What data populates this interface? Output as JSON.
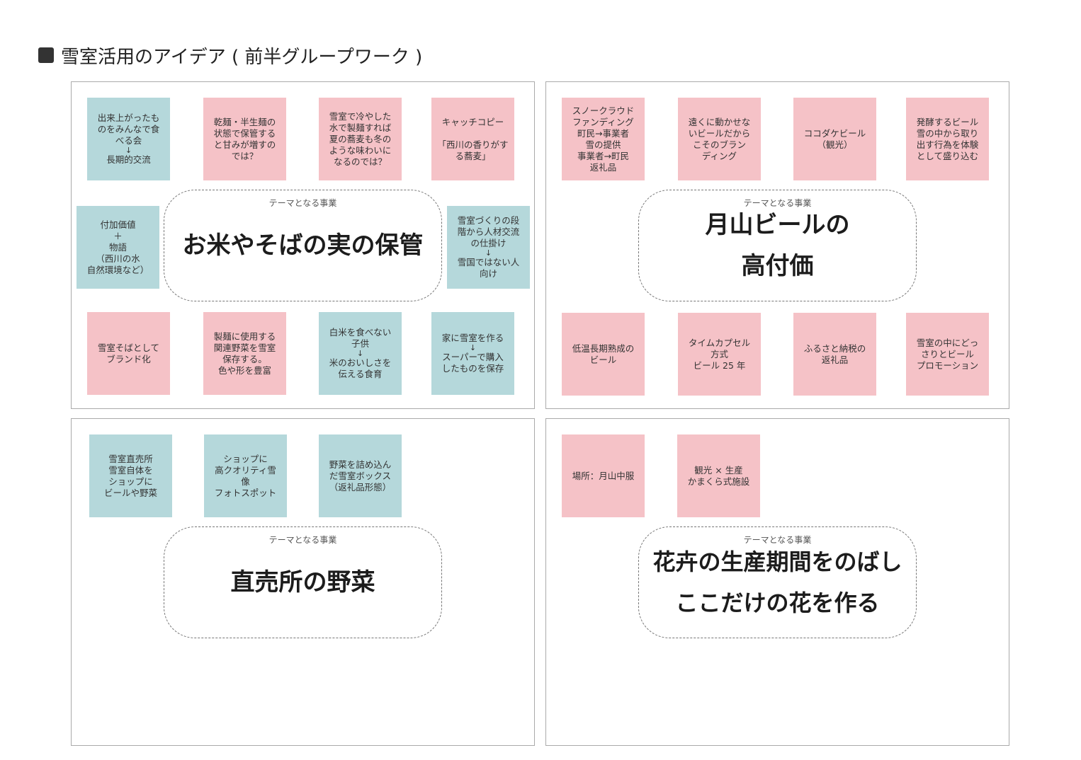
{
  "page": {
    "title": "雪室活用のアイデア ( 前半グループワーク )"
  },
  "theme_label": "テーマとなる事業",
  "panels": {
    "p1": {
      "theme_title": "お米やそばの実の保管",
      "notes": [
        {
          "color": "blue",
          "lines": [
            "出来上がったも\nのをみんなで食\nべる会",
            "↓",
            "長期的交流"
          ]
        },
        {
          "color": "pink",
          "lines": [
            "乾麺・半生麺の\n状態で保管する\nと甘みが増すの\nでは？"
          ]
        },
        {
          "color": "pink",
          "lines": [
            "雪室で冷やした\n水で製麺すれば\n夏の蕎麦も冬の\nような味わいに\nなるのでは？"
          ]
        },
        {
          "color": "pink",
          "lines": [
            "キャッチコピー",
            "",
            "「西川の香りがす\nる蕎麦」"
          ]
        },
        {
          "color": "blue",
          "lines": [
            "付加価値",
            "＋",
            "物語\n（西川の水\n自然環境など）"
          ]
        },
        {
          "color": "blue",
          "lines": [
            "雪室づくりの段\n階から人材交流\nの仕掛け",
            "↓",
            "雪国ではない人\n向け"
          ]
        },
        {
          "color": "pink",
          "lines": [
            "雪室そばとして\nブランド化"
          ]
        },
        {
          "color": "pink",
          "lines": [
            "製麺に使用する\n関連野菜を雪室\n保存する。\n色や形を豊富"
          ]
        },
        {
          "color": "blue",
          "lines": [
            "白米を食べない\n子供",
            "↓",
            "米のおいしさを\n伝える食育"
          ]
        },
        {
          "color": "blue",
          "lines": [
            "家に雪室を作る",
            "↓",
            "スーパーで購入\nしたものを保存"
          ]
        }
      ]
    },
    "p2": {
      "theme_title": "月山ビールの\n高付価",
      "notes": [
        {
          "color": "pink",
          "lines": [
            "スノークラウド\nファンディング\n町民→事業者\n雪の提供\n事業者→町民\n返礼品"
          ]
        },
        {
          "color": "pink",
          "lines": [
            "遠くに動かせな\nいビールだから\nこそのブラン\nディング"
          ]
        },
        {
          "color": "pink",
          "lines": [
            "ココダケビール\n（観光）"
          ]
        },
        {
          "color": "pink",
          "lines": [
            "発酵するビール\n雪の中から取り\n出す行為を体験\nとして盛り込む"
          ]
        },
        {
          "color": "pink",
          "lines": [
            "低温長期熟成の\nビール"
          ]
        },
        {
          "color": "pink",
          "lines": [
            "タイムカプセル\n方式\nビール 25 年"
          ]
        },
        {
          "color": "pink",
          "lines": [
            "ふるさと納税の\n返礼品"
          ]
        },
        {
          "color": "pink",
          "lines": [
            "雪室の中にどっ\nさりとビール\nプロモーション"
          ]
        }
      ]
    },
    "p3": {
      "theme_title": "直売所の野菜",
      "notes": [
        {
          "color": "blue",
          "lines": [
            "雪室直売所\n雪室自体を\nショップに\nビールや野菜"
          ]
        },
        {
          "color": "blue",
          "lines": [
            "ショップに\n高クオリティ雪\n像\nフォトスポット"
          ]
        },
        {
          "color": "blue",
          "lines": [
            "野菜を詰め込ん\nだ雪室ボックス\n（返礼品形態）"
          ]
        }
      ]
    },
    "p4": {
      "theme_title": "花卉の生産期間をのばし\nここだけの花を作る",
      "notes": [
        {
          "color": "pink",
          "lines": [
            "場所：月山中服"
          ]
        },
        {
          "color": "pink",
          "lines": [
            "観光 × 生産\nかまくら式施設"
          ]
        }
      ]
    }
  },
  "colors": {
    "pink": "#f5c2c7",
    "blue": "#b5d8db",
    "border": "#aaaaaa"
  }
}
